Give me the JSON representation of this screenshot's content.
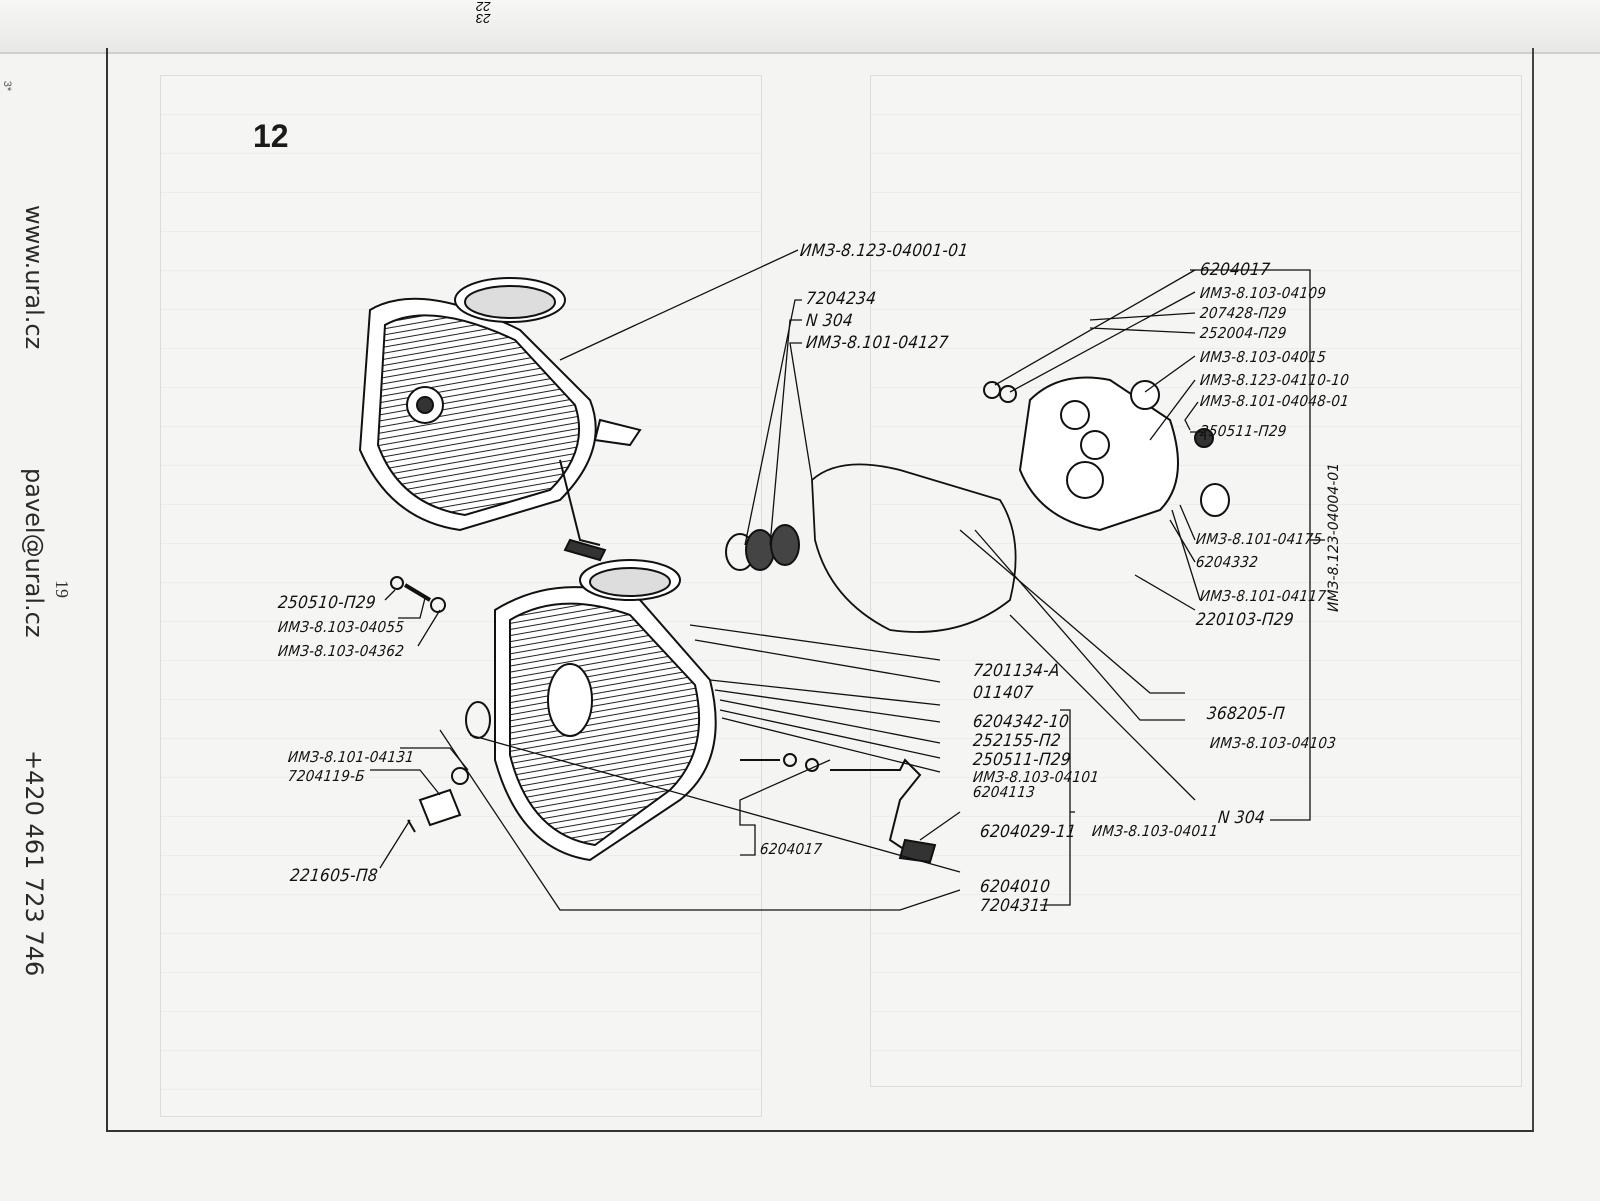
{
  "page": {
    "figure_number": "12",
    "page_number": "19",
    "top_fragment": "23\n22",
    "corner_mark": "3*"
  },
  "watermark": {
    "website": "www.ural.cz",
    "email": "pavel@ural.cz",
    "phone": "+420 461 723 746"
  },
  "callouts": {
    "top_left_housing": "ИМЗ-8.123-04001-01",
    "bearing_group": [
      "7204234",
      "N 304",
      "ИМЗ-8.101-04127"
    ],
    "right_cover": [
      "6204017",
      "ИМЗ-8.103-04109",
      "207428-П29",
      "252004-П29",
      "ИМЗ-8.103-04015",
      "ИМЗ-8.123-04110-10",
      "ИМЗ-8.101-04048-01",
      "250511-П29",
      "ИМЗ-8.101-04175",
      "6204332",
      "ИМЗ-8.101-04117",
      "220103-П29"
    ],
    "right_cover_assembly": "ИМЗ-8.123-04004-01",
    "left_fasteners": [
      "250510-П29",
      "ИМЗ-8.103-04055",
      "ИМЗ-8.103-04362"
    ],
    "left_cover": [
      "ИМЗ-8.101-04131",
      "7204119-Б",
      "221605-П8"
    ],
    "center_parts": [
      "7201134-А",
      "011407",
      "6204342-10",
      "252155-П2",
      "250511-П29",
      "ИМЗ-8.103-04101",
      "6204113",
      "6204029-11",
      "6204010",
      "7204311"
    ],
    "kickstart_assembly": "ИМЗ-8.103-04011",
    "shaft_label": "6204017",
    "pin_parts": [
      "368205-П",
      "ИМЗ-8.103-04103",
      "N 304"
    ]
  }
}
